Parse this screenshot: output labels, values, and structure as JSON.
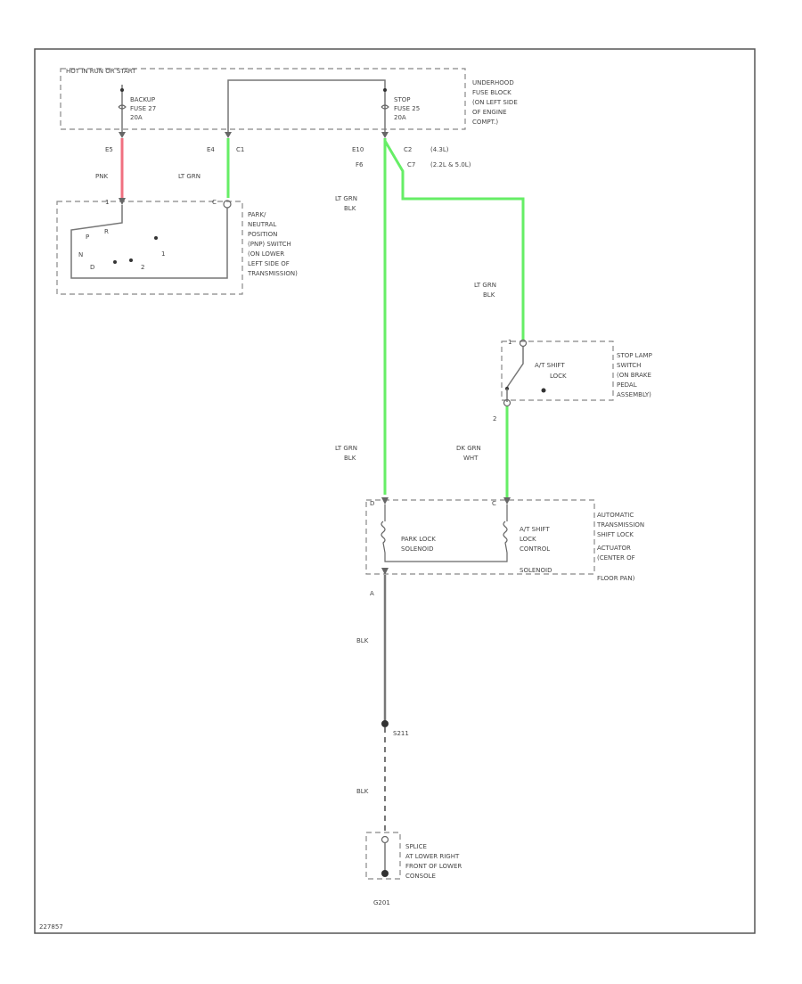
{
  "labels": {
    "hot_in_run_start": "HOT IN RUN OR START",
    "underhood_fuse": [
      "UNDERHOOD",
      "FUSE BLOCK",
      "(ON LEFT SIDE",
      "OF ENGINE",
      "COMPT.)"
    ],
    "backup_fuse": [
      "BACKUP",
      "FUSE 27",
      "20A"
    ],
    "stop_fuse": [
      "STOP",
      "FUSE 25",
      "20A"
    ],
    "pnp_switch": [
      "PARK/",
      "NEUTRAL",
      "POSITION",
      "(PNP) SWITCH",
      "(ON LOWER",
      "LEFT SIDE OF",
      "TRANSMISSION)"
    ],
    "stop_lamp_switch": [
      "STOP LAMP",
      "SWITCH",
      "(ON BRAKE",
      "PEDAL",
      "ASSEMBLY)"
    ],
    "at_shift_lock_switch": [
      "A/T SHIFT",
      "LOCK"
    ],
    "actuator": [
      "AUTOMATIC",
      "TRANSMISSION",
      "SHIFT LOCK",
      "ACTUATOR",
      "(CENTER OF",
      "FLOOR PAN)"
    ],
    "park_lock_solenoid": [
      "PARK LOCK",
      "SOLENOID"
    ],
    "shift_lock_control": [
      "A/T SHIFT",
      "LOCK",
      "CONTROL",
      "SOLENOID"
    ],
    "splice": [
      "SPLICE",
      "AT LOWER RIGHT",
      "FRONT OF LOWER",
      "CONSOLE"
    ],
    "ground": "G201",
    "splice_id": "S211",
    "figure_id": "227857"
  },
  "wires": {
    "pnk": "PNK",
    "lt_grn": "LT GRN",
    "lt_grn_blk": [
      "LT GRN",
      "BLK"
    ],
    "dk_grn_wht": [
      "DK GRN",
      "WHT"
    ],
    "blk": "BLK"
  },
  "connectors": {
    "backup_pin": "E5",
    "pnp_pins": [
      "E4",
      "C1"
    ],
    "stop_pins": [
      "E10",
      "F6"
    ],
    "stop_alt_pins": [
      "C2",
      "C7"
    ],
    "engine_options": [
      "(4.3L)",
      "(2.2L & 5.0L)"
    ],
    "pnp_top": "1",
    "pnp_right": "C",
    "pnp_positions": [
      "P",
      "R",
      "N",
      "D",
      "2",
      "1"
    ],
    "shift_lock_top": "1",
    "shift_lock_bottom": "2",
    "actuator_left": "D",
    "actuator_right": "C",
    "actuator_bottom": "A"
  },
  "colors": {
    "green_wire": "#66ee66",
    "pink_wire": "#f07080",
    "gray_wire": "#777777",
    "frame": "#555555"
  }
}
